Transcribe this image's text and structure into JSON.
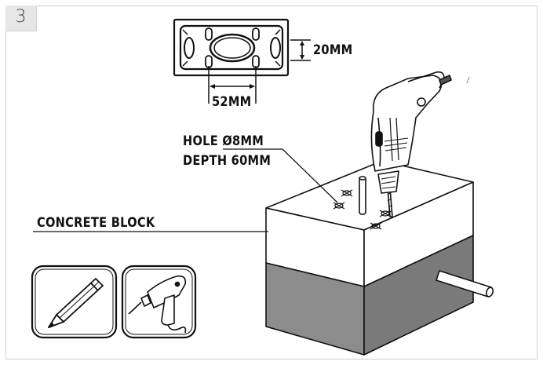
{
  "step": {
    "number": "3"
  },
  "labels": {
    "height_dim": "20MM",
    "width_dim": "52MM",
    "hole_line1": "HOLE Ø8MM",
    "hole_line2": "DEPTH 60MM",
    "concrete": "CONCRETE BLOCK"
  },
  "icons": [
    "pencil-icon",
    "power-drill-icon"
  ],
  "colors": {
    "frame": "#cfcfcf",
    "badge": "#e6e6e6",
    "block_base": "#8c8c8c",
    "line": "#111111"
  }
}
